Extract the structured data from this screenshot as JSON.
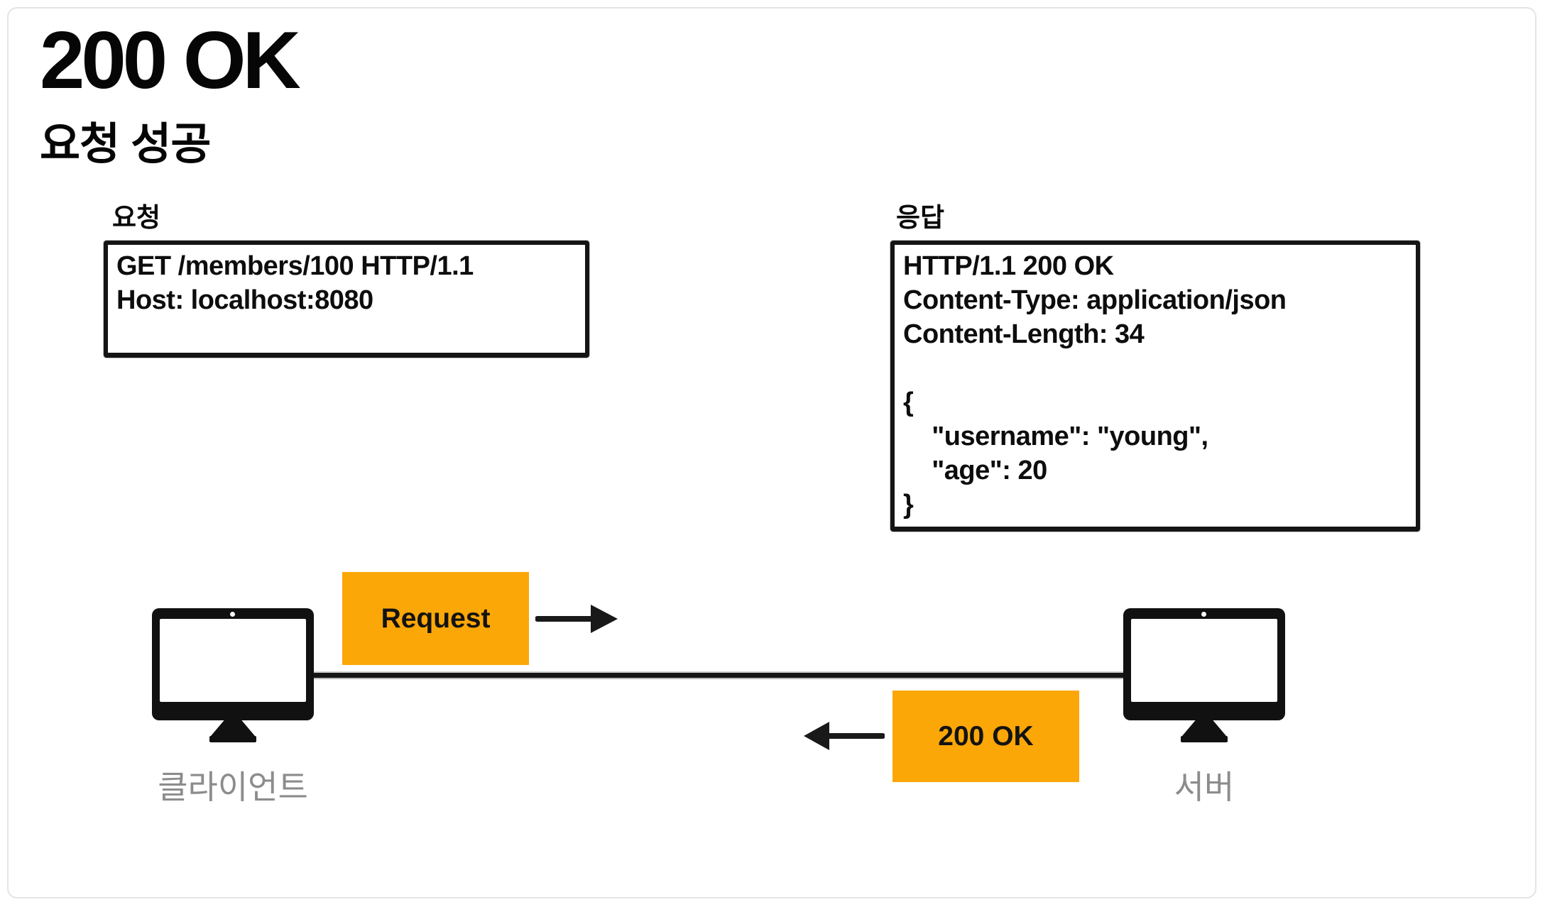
{
  "header": {
    "title": "200 OK",
    "subtitle": "요청 성공"
  },
  "request_panel": {
    "label": "요청",
    "lines": [
      "GET /members/100 HTTP/1.1",
      "Host: localhost:8080"
    ]
  },
  "response_panel": {
    "label": "응답",
    "lines": [
      "HTTP/1.1 200 OK",
      "Content-Type: application/json",
      "Content-Length: 34",
      "",
      "{",
      "    \"username\": \"young\",",
      "    \"age\": 20",
      "}"
    ]
  },
  "flow": {
    "request_badge": "Request",
    "response_badge": "200 OK",
    "client_label": "클라이언트",
    "server_label": "서버"
  },
  "colors": {
    "badge_orange": "#FCA708",
    "ink_black": "#141414",
    "label_gray": "#8C8C8C",
    "card_border_gray": "#E4E4E4"
  }
}
